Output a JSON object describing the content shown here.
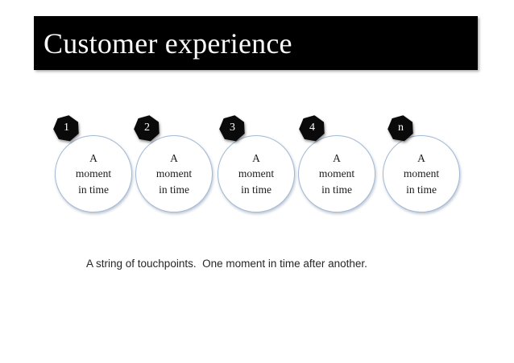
{
  "slide": {
    "title": "Customer experience",
    "caption": "A string of touchpoints.  One moment in time after another."
  },
  "touchpoints": [
    {
      "badge": "1",
      "lines": [
        "A",
        "moment",
        "in time"
      ]
    },
    {
      "badge": "2",
      "lines": [
        "A",
        "moment",
        "in time"
      ]
    },
    {
      "badge": "3",
      "lines": [
        "A",
        "moment",
        "in time"
      ]
    },
    {
      "badge": "4",
      "lines": [
        "A",
        "moment",
        "in time"
      ]
    },
    {
      "badge": "n",
      "lines": [
        "A",
        "moment",
        "in time"
      ]
    }
  ],
  "colors": {
    "background": "#ffffff",
    "header_bg": "#000000",
    "header_text": "#fafafa",
    "circle_border": "#a3b9d4",
    "circle_fill": "#ffffff",
    "circle_text": "#1c1c1c",
    "badge_bg": "#0a0a0a",
    "badge_text": "#ffffff",
    "caption_text": "#262626"
  }
}
